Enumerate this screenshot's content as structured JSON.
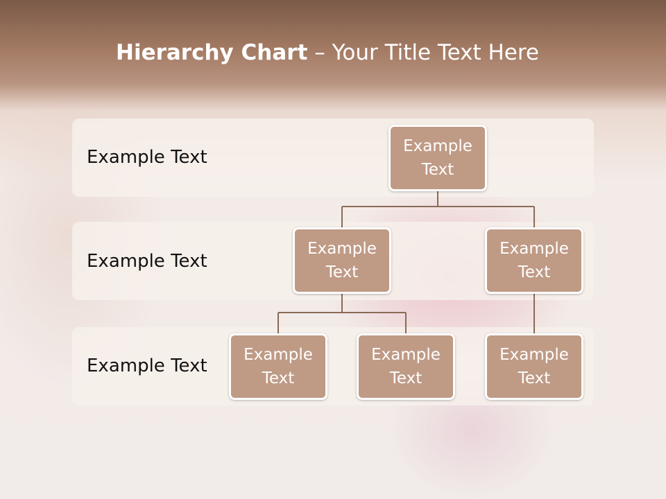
{
  "slide": {
    "title_bold": "Hierarchy Chart",
    "title_rest": " – Your Title Text Here"
  },
  "levels": [
    {
      "label": "Example Text"
    },
    {
      "label": "Example Text"
    },
    {
      "label": "Example Text"
    }
  ],
  "nodes": [
    {
      "text": "Example Text"
    },
    {
      "text": "Example Text"
    },
    {
      "text": "Example Text"
    },
    {
      "text": "Example Text"
    },
    {
      "text": "Example Text"
    },
    {
      "text": "Example Text"
    }
  ],
  "colors": {
    "node_fill": "#bf9a85",
    "connector": "#8a6a56",
    "header": "#8c6652"
  }
}
